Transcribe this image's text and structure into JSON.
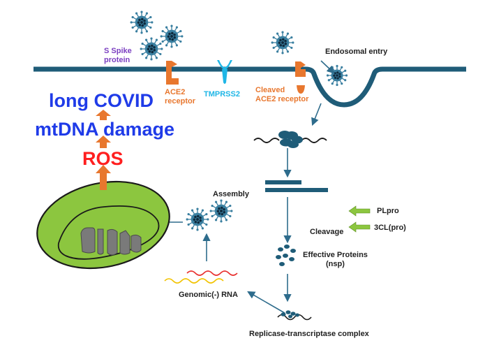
{
  "labels": {
    "spike_protein": "S Spike\nprotein",
    "ace2_receptor": "ACE2\nreceptor",
    "tmprss2": "TMPRSS2",
    "cleaved_ace2": "Cleaved\nACE2 receptor",
    "endosomal_entry": "Endosomal entry",
    "long_covid": "long COVID",
    "mtdna_damage": "mtDNA damage",
    "ros": "ROS",
    "assembly": "Assembly",
    "plpro": "PLpro",
    "cleavage": "Cleavage",
    "clpro": "3CL(pro)",
    "effective_proteins": "Effective Proteins\n(nsp)",
    "genomic_rna": "Genomic(-) RNA",
    "replicase_complex": "Replicase-transcriptase complex"
  },
  "colors": {
    "membrane": "#1f5c78",
    "virus": "#3a7fa0",
    "virus_core": "#0f2a3d",
    "receptor_orange": "#e8772e",
    "tmprss2_cyan": "#1fb6e6",
    "spike_text": "#7b3fc1",
    "mito_outer": "#8cc63f",
    "mito_inner": "#6fa82a",
    "mito_crista": "#7a7a7a",
    "protease_arrow": "#8cc63f",
    "ros_red": "#ff1f1f",
    "outcome_blue": "#1f3be8",
    "up_arrow": "#e8772e"
  }
}
